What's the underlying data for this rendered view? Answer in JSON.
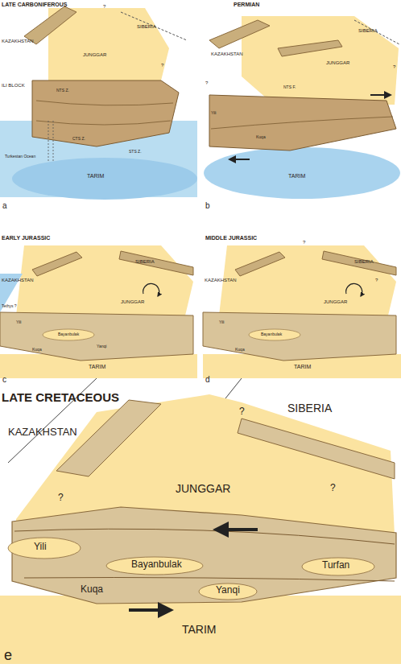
{
  "diagram": {
    "labels": [
      "LATE CARBONIFEROUS",
      "KAZAKHSTAN",
      "SIBERIA",
      "?",
      "?",
      "JUNGGAR",
      "ILI BLOCK",
      "NTS Z.",
      "Turkestan Ocean",
      "CTS Z.",
      "STS Z.",
      "TARIM",
      "a",
      "PERMIAN",
      "KAZAKHSTAN",
      "SIBERIA",
      "JUNGGAR",
      "NTS F.",
      "Yili",
      "Kuqa",
      "TARIM",
      "?",
      "?",
      "b",
      "EARLY JURASSIC",
      "KAZAKHSTAN",
      "SIBERIA",
      "Tethys ?",
      "JUNGGAR",
      "Yili",
      "Bayanbulak",
      "Yanqi",
      "Kuqa",
      "TARIM",
      "c",
      "MIDDLE JURASSIC",
      "KAZAKHSTAN",
      "SIBERIA",
      "?",
      "?",
      "JUNGGAR",
      "Yili",
      "Bayanbulak",
      "Kuqa",
      "TARIM",
      "d",
      "LATE CRETACEOUS",
      "KAZAKHSTAN",
      "SIBERIA",
      "?",
      "?",
      "?",
      "JUNGGAR",
      "Yili",
      "Bayanbulak",
      "Turfan",
      "Kuqa",
      "Yanqi",
      "TARIM",
      "e"
    ]
  }
}
